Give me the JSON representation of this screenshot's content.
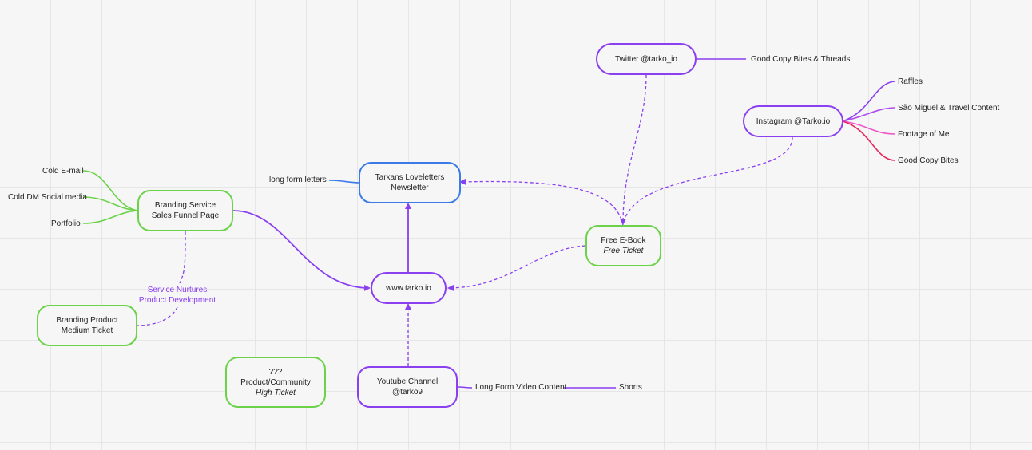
{
  "nodes": {
    "twitter": "Twitter @tarko_io",
    "instagram": "Instagram @Tarko.io",
    "newsletter_line1": "Tarkans Loveletters",
    "newsletter_line2": "Newsletter",
    "branding_service_line1": "Branding Service",
    "branding_service_line2": "Sales Funnel Page",
    "ebook_line1": "Free E-Book",
    "ebook_line2": "Free Ticket",
    "website": "www.tarko.io",
    "branding_product_line1": "Branding Product",
    "branding_product_line2": "Medium Ticket",
    "product_community_line1": "???",
    "product_community_line2": "Product/Community",
    "product_community_line3": "High Ticket",
    "youtube_line1": "Youtube Channel",
    "youtube_line2": "@tarko9"
  },
  "labels": {
    "twitter_branch": "Good Copy Bites & Threads",
    "raffles": "Raffles",
    "sao_miguel": "São Miguel & Travel Content",
    "footage": "Footage of Me",
    "good_copy_bites": "Good Copy Bites",
    "long_form_letters": "long form letters",
    "cold_email": "Cold E-mail",
    "cold_dm": "Cold DM Social media",
    "portfolio": "Portfolio",
    "service_nurtures_line1": "Service Nurtures",
    "service_nurtures_line2": "Product Development",
    "long_form_video": "Long Form Video Content",
    "shorts": "Shorts"
  },
  "colors": {
    "purple": "#8a3ff0",
    "green": "#6bd24a",
    "blue": "#3b7be8",
    "magenta": "#e040d0",
    "pink": "#f055c8",
    "red": "#e8265e"
  }
}
